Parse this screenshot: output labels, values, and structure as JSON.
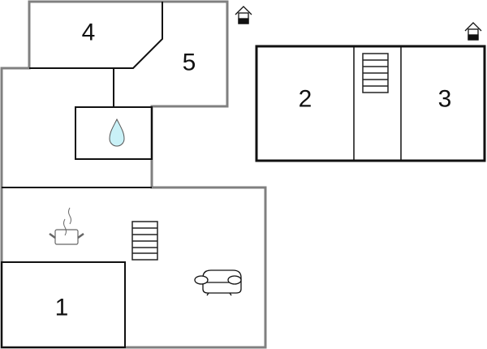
{
  "floorplan": {
    "rooms": [
      {
        "id": "room-1",
        "label": "1"
      },
      {
        "id": "room-2",
        "label": "2"
      },
      {
        "id": "room-3",
        "label": "3"
      },
      {
        "id": "room-4",
        "label": "4"
      },
      {
        "id": "room-5",
        "label": "5"
      }
    ],
    "icons": [
      "bathroom-water-drop-icon",
      "kitchen-pot-icon",
      "stairs-icon",
      "sofa-icon",
      "entrance-house-icon"
    ],
    "colors": {
      "outer_wall": "#808080",
      "inner_wall": "#111111",
      "water": "#c9f1f7"
    }
  }
}
